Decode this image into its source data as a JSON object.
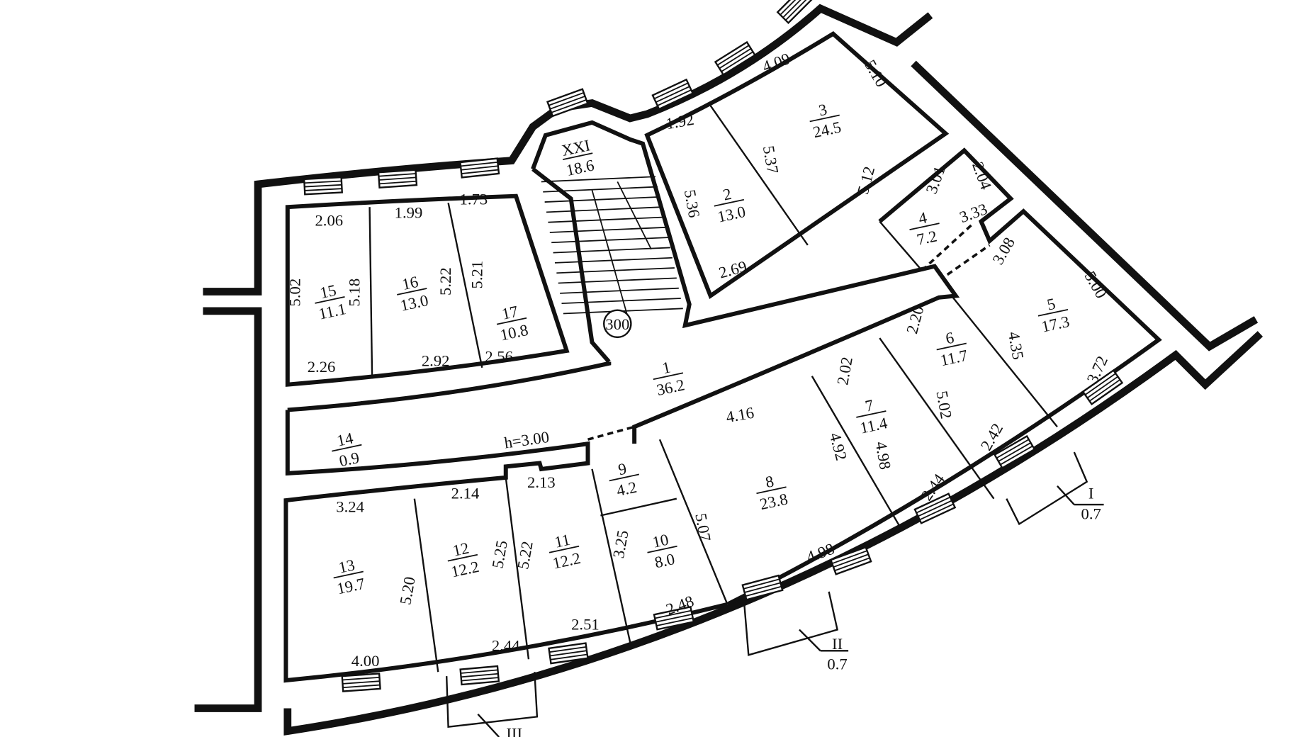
{
  "plan": {
    "ceiling_height": "h=3.00",
    "stair_mark": "300",
    "rooms": [
      {
        "id": "XXI",
        "area": "18.6"
      },
      {
        "id": "1",
        "area": "36.2"
      },
      {
        "id": "2",
        "area": "13.0"
      },
      {
        "id": "3",
        "area": "24.5"
      },
      {
        "id": "4",
        "area": "7.2"
      },
      {
        "id": "5",
        "area": "17.3"
      },
      {
        "id": "6",
        "area": "11.7"
      },
      {
        "id": "7",
        "area": "11.4"
      },
      {
        "id": "8",
        "area": "23.8"
      },
      {
        "id": "9",
        "area": "4.2"
      },
      {
        "id": "10",
        "area": "8.0"
      },
      {
        "id": "11",
        "area": "12.2"
      },
      {
        "id": "12",
        "area": "12.2"
      },
      {
        "id": "13",
        "area": "19.7"
      },
      {
        "id": "14",
        "area": "0.9"
      },
      {
        "id": "15",
        "area": "11.1"
      },
      {
        "id": "16",
        "area": "13.0"
      },
      {
        "id": "17",
        "area": "10.8"
      }
    ],
    "dimensions": [
      "4.09",
      "5.10",
      "1.92",
      "5.37",
      "5.36",
      "5.12",
      "2.69",
      "3.01",
      "2.04",
      "3.33",
      "3.08",
      "5.00",
      "4.35",
      "2.20",
      "3.72",
      "2.02",
      "5.02",
      "4.98",
      "4.92",
      "2.42",
      "2.44",
      "4.16",
      "5.07",
      "4.98",
      "2.48",
      "2.51",
      "2.44",
      "4.00",
      "5.20",
      "5.25",
      "5.22",
      "3.25",
      "2.13",
      "2.14",
      "3.24",
      "2.26",
      "2.92",
      "2.56",
      "2.06",
      "1.99",
      "1.73",
      "5.02",
      "5.18",
      "5.22",
      "5.21"
    ],
    "balconies": [
      {
        "id": "I",
        "area": "0.7"
      },
      {
        "id": "II",
        "area": "0.7"
      },
      {
        "id": "III",
        "area": ""
      }
    ]
  }
}
